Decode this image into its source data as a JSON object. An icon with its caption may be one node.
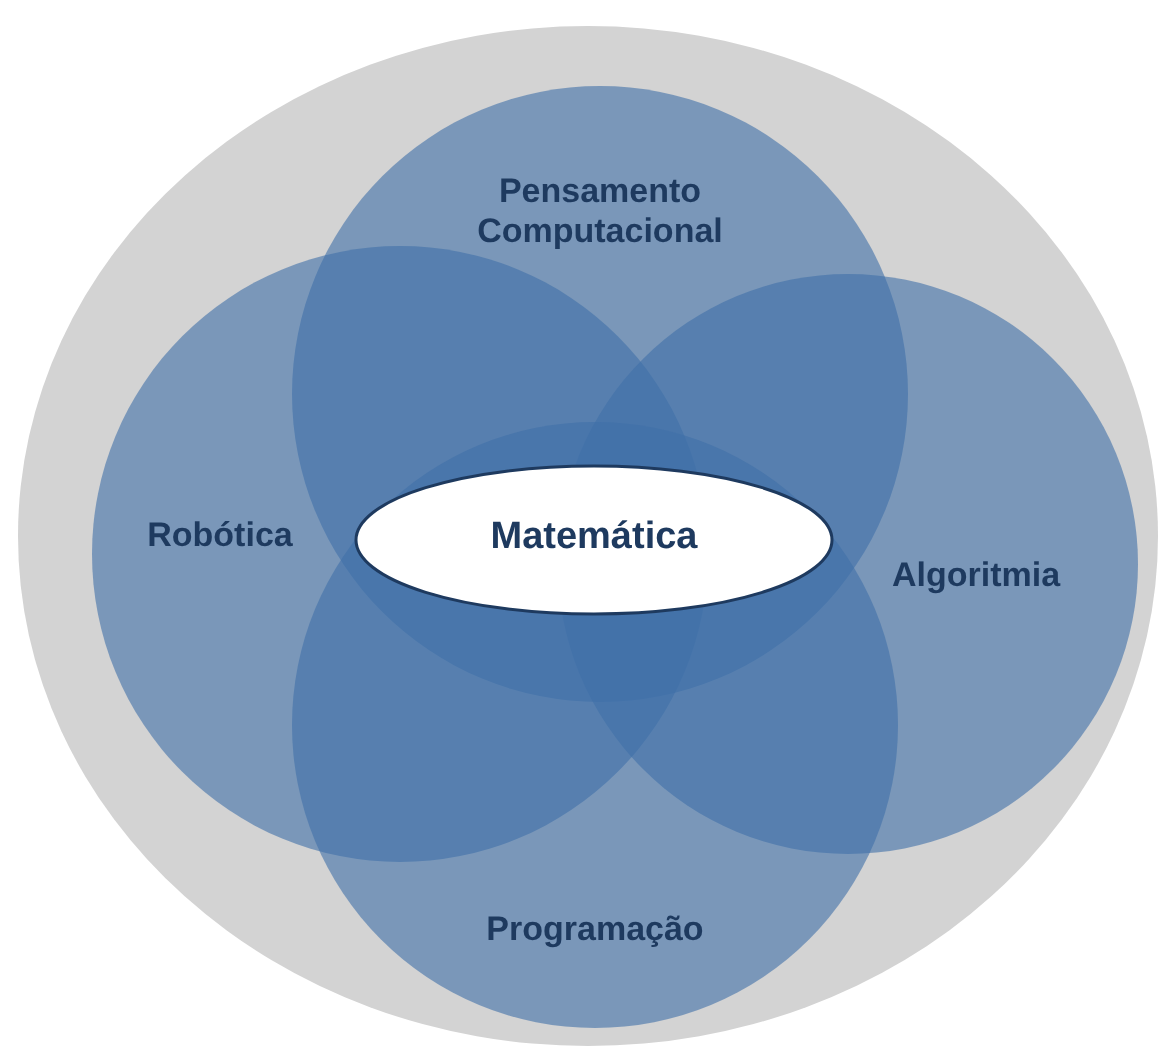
{
  "diagram": {
    "nodes": [
      {
        "text": [],
        "shape": "circle"
      },
      {
        "text": [
          "Pensamento Computacional"
        ],
        "in": 0
      },
      {
        "text": [
          "Robótica"
        ],
        "in": 0
      },
      {
        "text": [
          "Algoritmia"
        ],
        "in": 0
      },
      {
        "text": [
          "Programação"
        ],
        "in": 0
      },
      {
        "text": [
          "Matemática"
        ]
      }
    ]
  }
}
